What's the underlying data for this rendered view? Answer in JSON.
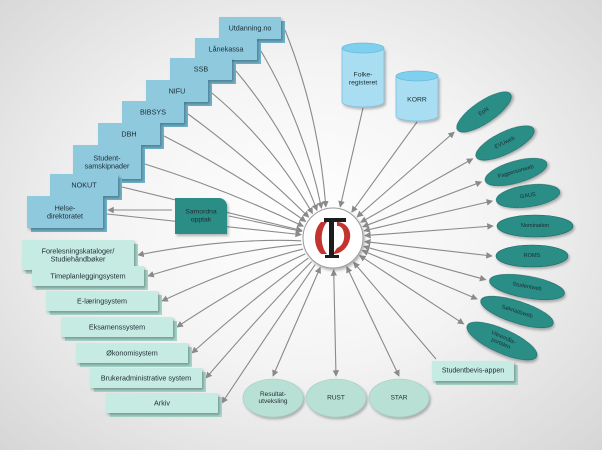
{
  "center": {
    "icon": "fs-logo-icon"
  },
  "top_boxes": [
    "Utdanning.no",
    "Lånekassa",
    "SSB",
    "NIFU",
    "BIBSYS",
    "DBH",
    [
      "Student-",
      "samskipnader"
    ],
    "NOKUT",
    [
      "Helse-",
      "direktoratet"
    ]
  ],
  "samordna": [
    "Samordna",
    "opptak"
  ],
  "bottom_boxes": [
    [
      "Forelesningskataloger/",
      "Studiehåndbøker"
    ],
    "Timeplanleggingsystem",
    "E-læringsystem",
    "Eksamenssystem",
    "Økonomisystem",
    "Brukeradministrative system",
    "Arkiv"
  ],
  "cylinders": [
    [
      "Folke-",
      "registeret"
    ],
    "KORR"
  ],
  "right_ellipses": [
    "EpN",
    "EVUweb",
    "Fagpersonweb",
    "GAUS",
    "Nomination",
    "ROMS",
    "Studentweb",
    "Søknadsweb",
    [
      "Vitnemåls-",
      "portalen"
    ]
  ],
  "studentbevis": "Studentbevis-appen",
  "bottom_ellipses": [
    [
      "Resultat-",
      "utveksling"
    ],
    "RUST",
    "STAR"
  ],
  "colors": {
    "blue_box": "#8ec9de",
    "blue_box_dark": "#6fb1ca",
    "mint_box": "#c6ebe3",
    "mint_box_dark": "#a6d6cb",
    "teal": "#2a8d86",
    "teal_dark": "#186660",
    "oval": "#b9e0d4",
    "cyl_top": "#7fd0ef",
    "cyl_body": "#a9def2",
    "arrow": "#8a8a8a",
    "circle": "#ffffff"
  }
}
